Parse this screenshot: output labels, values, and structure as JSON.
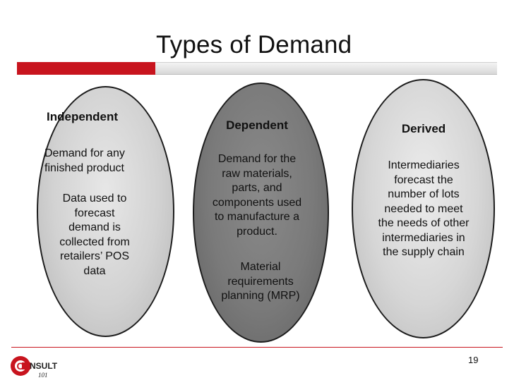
{
  "slide": {
    "title": "Types of Demand",
    "page_number": "19",
    "colors": {
      "accent_red": "#c8141e",
      "dark_oval": "#7a7a7a",
      "light_oval": "#d6d6d6"
    }
  },
  "columns": {
    "independent": {
      "heading": "Independent",
      "lines_a": [
        "Demand for any",
        "finished product"
      ],
      "lines_b": [
        "Data used to",
        "forecast",
        "demand is",
        "collected from",
        "retailers’ POS",
        "data"
      ]
    },
    "dependent": {
      "heading": "Dependent",
      "lines_a": [
        "Demand for the",
        "raw materials,",
        "parts, and",
        "components used",
        "to manufacture a",
        "product."
      ],
      "lines_b": [
        "Material",
        "requirements",
        "planning (MRP)"
      ]
    },
    "derived": {
      "heading": "Derived",
      "lines_a": [
        "Intermediaries",
        "forecast the",
        "number of lots",
        "needed to meet",
        "the needs of other",
        "intermediaries in",
        "the supply chain"
      ]
    }
  },
  "logo": {
    "word": "NSULT",
    "sub": "101",
    "letter": "C",
    "name": "logo-consult-101"
  }
}
